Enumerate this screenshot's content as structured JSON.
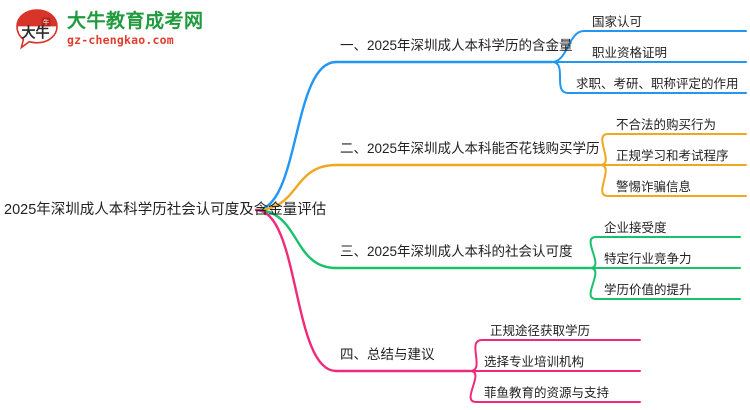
{
  "logo": {
    "mark_text": "大牛",
    "title": "大牛教育成考网",
    "subtitle": "gz-chengkao.com",
    "title_color": "#1f9a3c",
    "subtitle_color": "#e23c2e",
    "mark_color": "#d8342a"
  },
  "mindmap": {
    "root": "2025年深圳成人本科学历社会认可度及含金量评估",
    "branches": [
      {
        "label": "一、2025年深圳成人本科学历的含金量",
        "color": "#2196f3",
        "children": [
          "国家认可",
          "职业资格证明",
          "求职、考研、职称评定的作用"
        ]
      },
      {
        "label": "二、2025年深圳成人本科能否花钱购买学历",
        "color": "#f0a81e",
        "children": [
          "不合法的购买行为",
          "正规学习和考试程序",
          "警惕诈骗信息"
        ]
      },
      {
        "label": "三、2025年深圳成人本科的社会认可度",
        "color": "#18c26a",
        "children": [
          "企业接受度",
          "特定行业竞争力",
          "学历价值的提升"
        ]
      },
      {
        "label": "四、总结与建议",
        "color": "#ef2a7b",
        "children": [
          "正规途径获取学历",
          "选择专业培训机构",
          "菲鱼教育的资源与支持"
        ]
      }
    ]
  }
}
